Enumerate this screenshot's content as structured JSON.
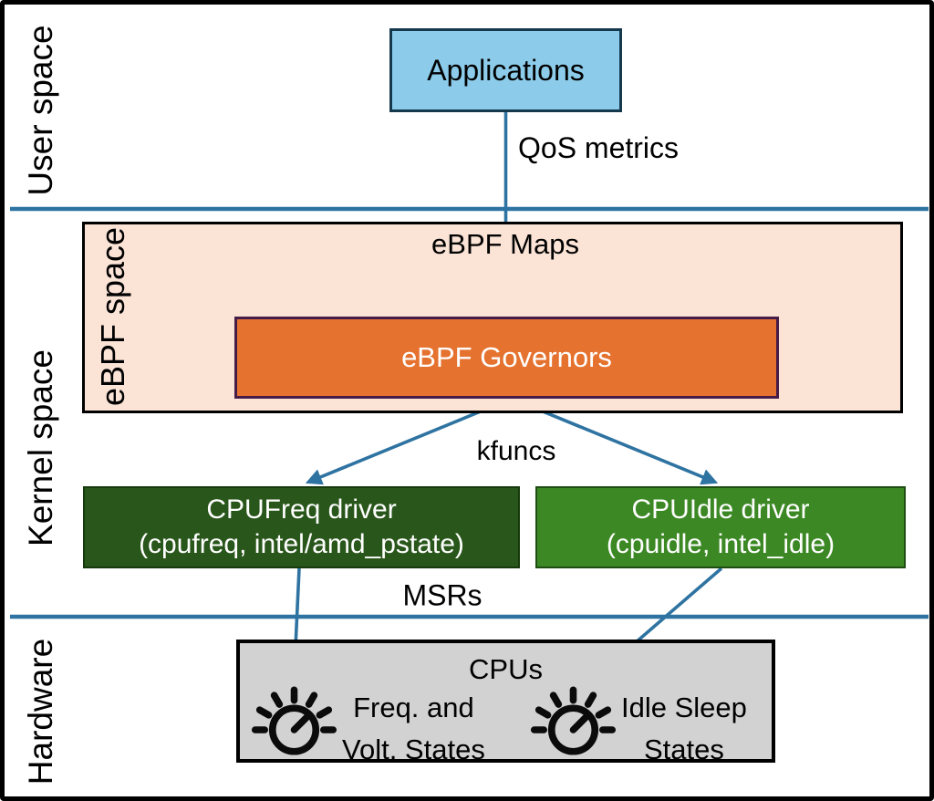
{
  "layers": {
    "user_space": {
      "label": "User space"
    },
    "kernel_space": {
      "label": "Kernel space"
    },
    "hardware": {
      "label": "Hardware"
    }
  },
  "boxes": {
    "applications": {
      "label": "Applications"
    },
    "ebpf_space": {
      "label": "eBPF space",
      "maps_label": "eBPF Maps"
    },
    "ebpf_governors": {
      "label": "eBPF Governors"
    },
    "cpufreq_driver": {
      "title": "CPUFreq driver",
      "subtitle": "(cpufreq, intel/amd_pstate)"
    },
    "cpuidle_driver": {
      "title": "CPUIdle driver",
      "subtitle": "(cpuidle, intel_idle)"
    },
    "cpus": {
      "label": "CPUs",
      "freq_state": {
        "line1": "Freq. and",
        "line2": "Volt. States"
      },
      "idle_state": {
        "line1": "Idle Sleep",
        "line2": "States"
      }
    }
  },
  "edge_labels": {
    "qos": "QoS metrics",
    "kfuncs": "kfuncs",
    "msrs": "MSRs"
  },
  "icons": {
    "freq_knob": "dial-knob-icon",
    "idle_knob": "dial-knob-icon"
  },
  "colors": {
    "arrow": "#2E73A1",
    "divider": "#2E73A1",
    "frame": "#000000",
    "applications_fill": "#8CCCEA",
    "applications_border": "#16384C",
    "ebpf_space_fill": "#FBE3D6",
    "governors_fill": "#E5722F",
    "governors_border": "#451C47",
    "cpufreq_fill": "#29561A",
    "cpuidle_fill": "#3C8824",
    "cpus_fill": "#D2D2D2"
  }
}
